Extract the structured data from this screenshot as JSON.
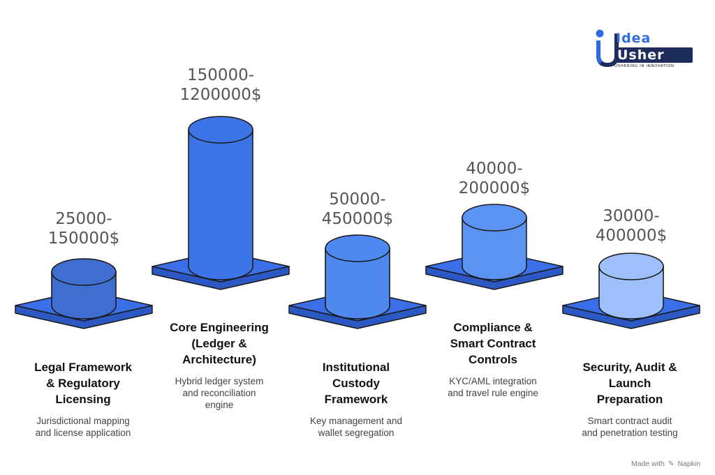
{
  "logo": {
    "line1": "Idea",
    "line2": "Usher",
    "tagline": "USHERING IN INNOVATION"
  },
  "stages": [
    {
      "range_line1": "25000-",
      "range_line2": "150000$",
      "title": [
        "Legal Framework",
        "& Regulatory",
        "Licensing"
      ],
      "description": [
        "Jurisdictional mapping",
        "and license application"
      ],
      "color": "#3F6ED0"
    },
    {
      "range_line1": "150000-",
      "range_line2": "1200000$",
      "title": [
        "Core Engineering",
        "(Ledger &",
        "Architecture)"
      ],
      "description": [
        "Hybrid ledger system",
        "and reconciliation",
        "engine"
      ],
      "color": "#3D74E6"
    },
    {
      "range_line1": "50000-",
      "range_line2": "450000$",
      "title": [
        "Institutional",
        "Custody",
        "Framework"
      ],
      "description": [
        "Key management and",
        "wallet segregation"
      ],
      "color": "#4F88EE"
    },
    {
      "range_line1": "40000-",
      "range_line2": "200000$",
      "title": [
        "Compliance &",
        "Smart Contract",
        "Controls"
      ],
      "description": [
        "KYC/AML integration",
        "and travel rule engine"
      ],
      "color": "#5B93F2"
    },
    {
      "range_line1": "30000-",
      "range_line2": "400000$",
      "title": [
        "Security, Audit &",
        "Launch",
        "Preparation"
      ],
      "description": [
        "Smart contract audit",
        "and penetration testing"
      ],
      "color": "#9DC0FA"
    }
  ],
  "colors": {
    "platform": "#3B6FE8",
    "platform_side": "#2B58C2",
    "outline": "#1A1A1A",
    "logo_blue": "#2F6BE0",
    "logo_navy": "#1E2D5C"
  },
  "footer": {
    "made_with": "Made with",
    "brand": "Napkin"
  }
}
